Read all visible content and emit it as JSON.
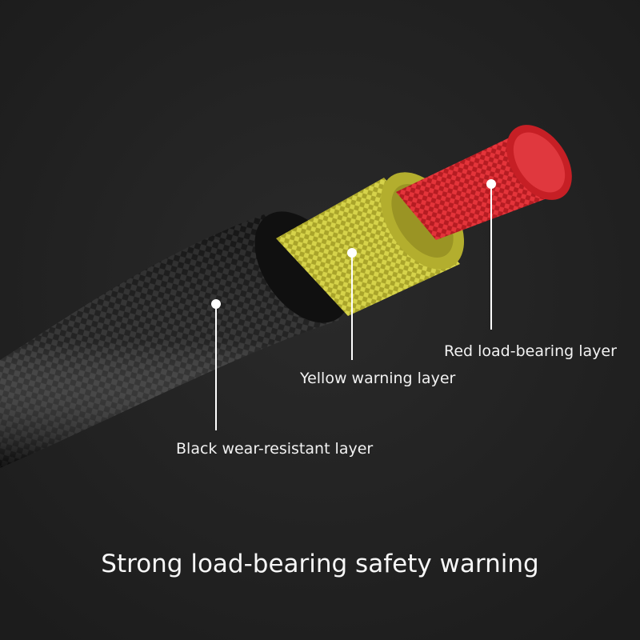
{
  "colors": {
    "background": "#232323",
    "black_layer": "#1a1a1a",
    "yellow_layer": "#c9c63a",
    "red_layer": "#d8242a",
    "text": "#f2f2f2"
  },
  "layers": [
    {
      "label": "Red load-bearing layer",
      "color": "#d8242a"
    },
    {
      "label": "Yellow warning layer",
      "color": "#c9c63a"
    },
    {
      "label": "Black wear-resistant layer",
      "color": "#1a1a1a"
    }
  ],
  "caption": "Strong load-bearing safety warning"
}
